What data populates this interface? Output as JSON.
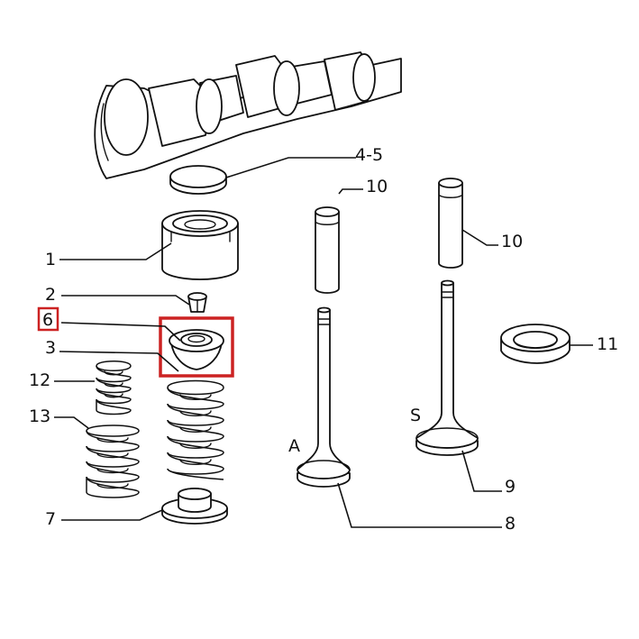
{
  "colors": {
    "highlight": "#cc2222",
    "line": "#111111"
  },
  "labels": {
    "l1": "1",
    "l2": "2",
    "l3": "3",
    "l45": "4-5",
    "l6": "6",
    "l7": "7",
    "l8": "8",
    "l9": "9",
    "l10a": "10",
    "l10b": "10",
    "l11": "11",
    "l12": "12",
    "l13": "13",
    "lA": "A",
    "lS": "S"
  }
}
